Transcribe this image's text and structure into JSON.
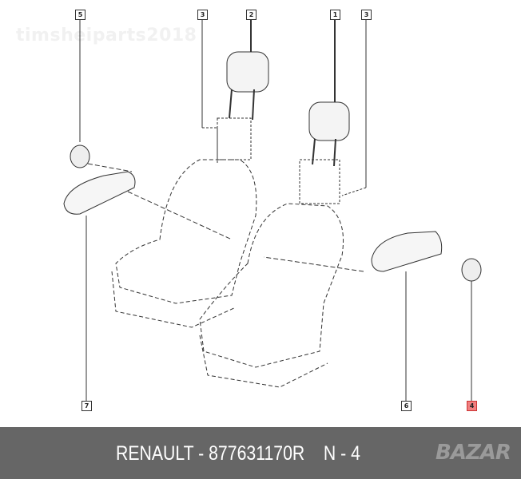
{
  "watermark": "timsheiparts2018",
  "callouts": {
    "c5": "5",
    "c3a": "3",
    "c2": "2",
    "c1": "1",
    "c3b": "3",
    "c7": "7",
    "c6": "6",
    "c4": "4"
  },
  "caption": {
    "brand": "RENAULT",
    "sep": " - ",
    "part_number": "877631170R",
    "gap": "    ",
    "ref": "N - 4"
  },
  "logo": "BAZAR",
  "colors": {
    "highlight": "#f08080",
    "banner": "#666666"
  }
}
